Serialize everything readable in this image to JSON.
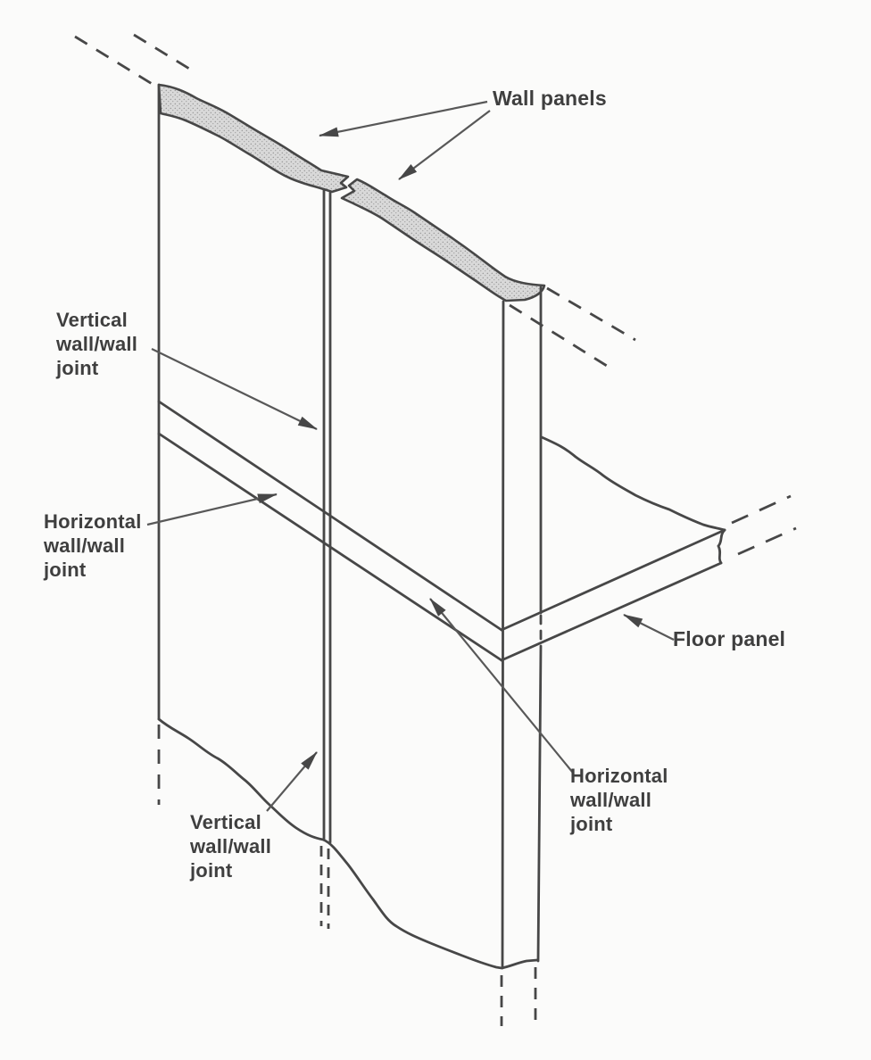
{
  "diagram": {
    "labels": {
      "wall_panels": "Wall panels",
      "vertical_joint_upper": "Vertical\nwall/wall\njoint",
      "horizontal_joint_upper": "Horizontal\nwall/wall\njoint",
      "floor_panel": "Floor panel",
      "horizontal_joint_lower": "Horizontal\nwall/wall\njoint",
      "vertical_joint_lower": "Vertical\nwall/wall\njoint"
    },
    "colors": {
      "background": "#fbfbfa",
      "line": "#474747",
      "leader_line": "#585858",
      "text": "#3f3f3f",
      "panel_break_fill": "#d9d9d9",
      "panel_break_dot": "#9b9b9b"
    },
    "elements": [
      "wall panel upper-left with broken stippled top",
      "wall panel upper-right with broken stippled top",
      "vertical wall/wall joint between panels",
      "horizontal wall/wall joint band across wall face",
      "floor panel projecting to the right",
      "lower wall panels broken off with dashed continuations"
    ]
  }
}
